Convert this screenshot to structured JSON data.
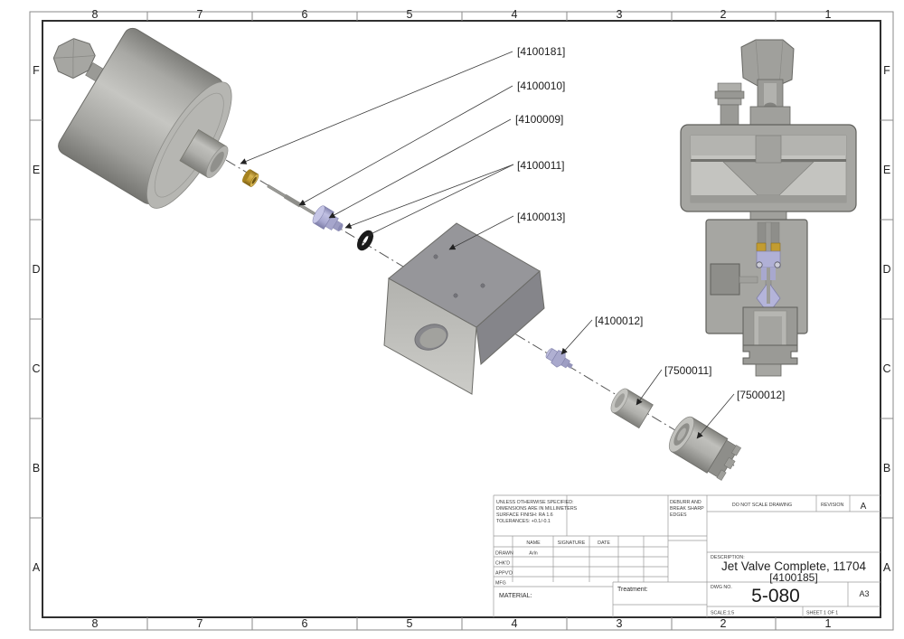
{
  "grid": {
    "columns": [
      "8",
      "7",
      "6",
      "5",
      "4",
      "3",
      "2",
      "1"
    ],
    "rows": [
      "F",
      "E",
      "D",
      "C",
      "B",
      "A"
    ]
  },
  "part_labels": [
    "[4100181]",
    "[4100010]",
    "[4100009]",
    "[4100011]",
    "[4100013]",
    "[4100012]",
    "[7500011]",
    "[7500012]"
  ],
  "title_block": {
    "spec_notes": [
      "UNLESS OTHERWISE SPECIFIED:",
      "DIMENSIONS ARE IN MILLIMETERS",
      "SURFACE FINISH: RA 1.6",
      "TOLERANCES: +0.1/-0.1"
    ],
    "deburr_notes": [
      "DEBURR AND",
      "BREAK SHARP",
      "EDGES"
    ],
    "do_not_scale": "DO NOT SCALE DRAWING",
    "revision_label": "REVISION",
    "revision_value": "A",
    "columns": [
      "NAME",
      "SIGNATURE",
      "DATE"
    ],
    "rows": [
      {
        "label": "DRAWN",
        "name": "Arln"
      },
      {
        "label": "CHK'D",
        "name": ""
      },
      {
        "label": "APPV'D",
        "name": ""
      },
      {
        "label": "MFG",
        "name": ""
      }
    ],
    "material_label": "MATERIAL:",
    "treatment_label": "Treatment:",
    "description_label": "DESCRIPTION:",
    "description_title": "Jet Valve Complete, 11704",
    "description_part_no": "[4100185]",
    "dwg_no_label": "DWG NO.",
    "dwg_no": "5-080",
    "sheet_size": "A3",
    "scale": "SCALE:1:5",
    "sheet": "SHEET 1 OF 1"
  },
  "colors": {
    "part_gray": "#a8a8a4",
    "seal_gold": "#c09a30",
    "nozzle_lavender": "#aeaed8",
    "o_ring_black": "#1a1a1a",
    "line": "#3c3c3c"
  }
}
